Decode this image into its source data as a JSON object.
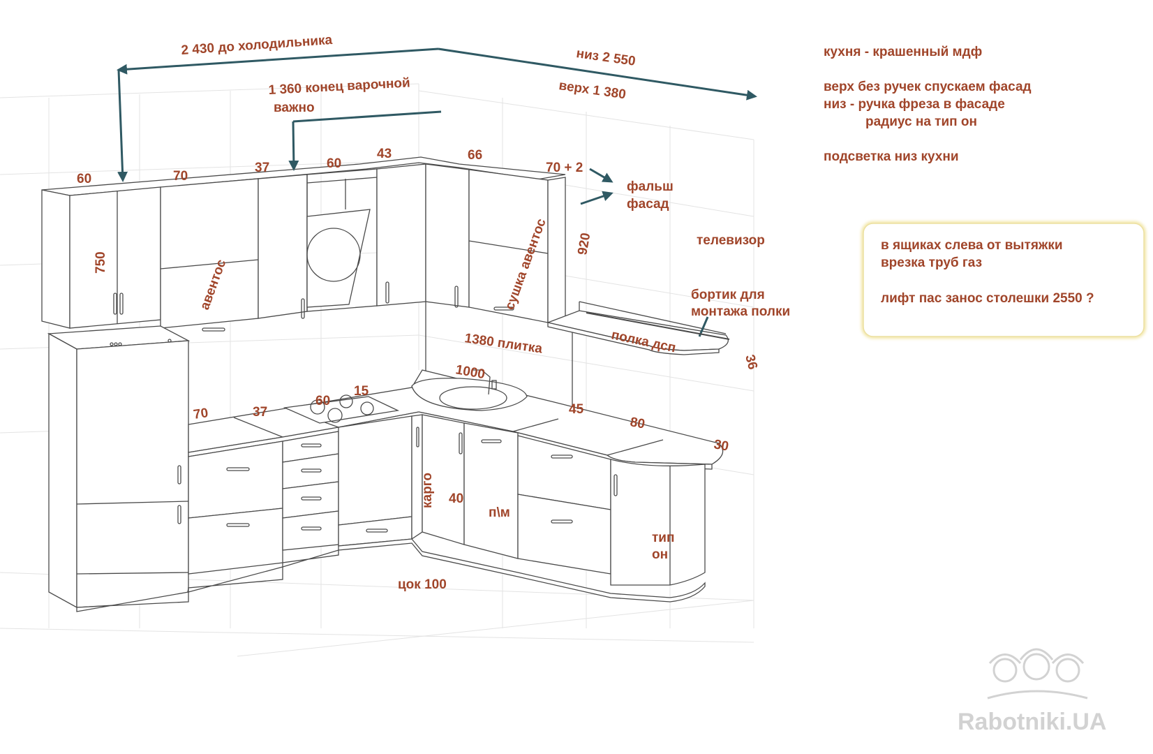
{
  "dimensions": {
    "top_left": "2 430 до холодильника",
    "top_right": "низ 2 550",
    "upper_right": "верх 1 380",
    "hob_end": "1 360 конец варочной",
    "important": "важно",
    "tile": "1380 плитка",
    "plinth": "цок 100",
    "shelf_edge": "36",
    "wall_height": "1000",
    "upper_height": "750",
    "right_height": "920",
    "false_panel_width": "70 + 2"
  },
  "upper_widths": [
    "60",
    "70",
    "37",
    "60",
    "43",
    "66"
  ],
  "lower_widths": [
    "70",
    "37",
    "60",
    "15",
    "45",
    "80",
    "30"
  ],
  "labels": {
    "aventos": "авентос",
    "dryer": "сушка авентос",
    "false_facade_1": "фальш",
    "false_facade_2": "фасад",
    "tv": "телевизор",
    "border_1": "бортик для",
    "border_2": "монтажа полки",
    "shelf": "полка дсп",
    "cargo": "карго",
    "cargo_width": "40",
    "dishwasher": "п\\м",
    "type_on_1": "тип",
    "type_on_2": "он"
  },
  "notes": [
    "кухня - крашенный мдф",
    "верх без ручек спускаем фасад",
    "низ - ручка фреза в фасаде",
    "радиус на тип он",
    "подсветка низ кухни"
  ],
  "box_notes": [
    "в ящиках слева от вытяжки",
    "врезка труб газ",
    "лифт пас  занос столешки 2550 ?"
  ],
  "watermark": "Rabotniki.UA",
  "colors": {
    "annotation": "#a0452a",
    "dimension_line": "#2f5963",
    "drawing_line": "#4a4a4a",
    "note_box_border": "#efe3a8"
  }
}
